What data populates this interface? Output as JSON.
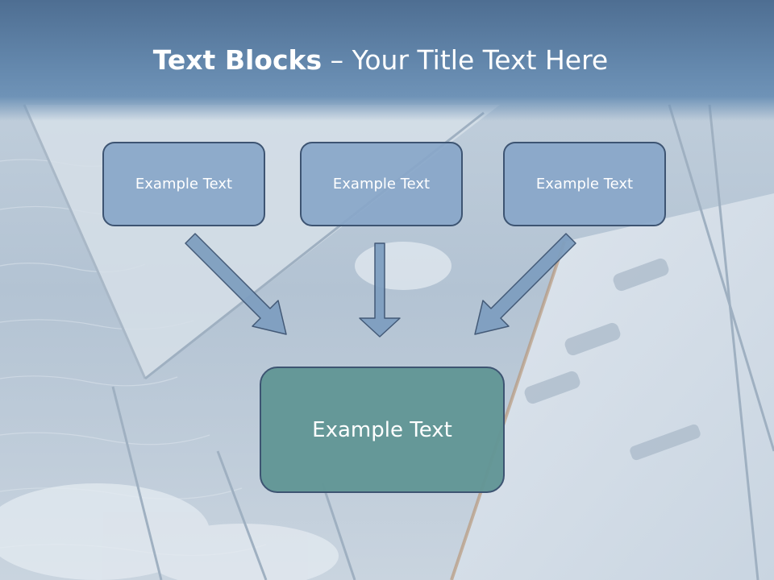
{
  "slide": {
    "title_bold": "Text Blocks",
    "title_rest": " – Your Title Text Here"
  },
  "blocks": {
    "top": [
      {
        "label": "Example Text"
      },
      {
        "label": "Example Text"
      },
      {
        "label": "Example Text"
      }
    ],
    "main": {
      "label": "Example Text"
    }
  },
  "colors": {
    "title_band": "#6488ad",
    "box_fill": "#88a6c9",
    "box_border": "#3d5472",
    "main_fill": "#629696",
    "arrow_fill": "#7f9fc0"
  }
}
